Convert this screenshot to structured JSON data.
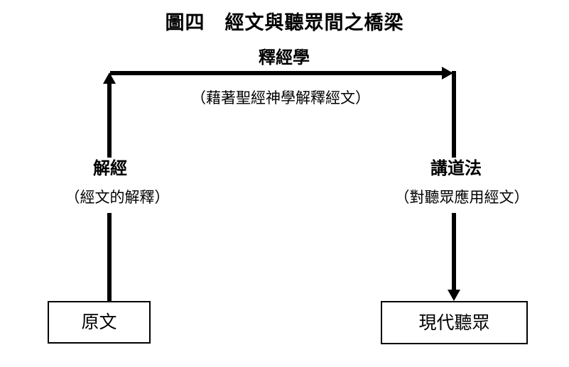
{
  "diagram": {
    "title": "圖四　經文與聽眾間之橋梁",
    "type": "flow-diagram",
    "accent_color": "#000000",
    "background_color": "#ffffff",
    "top_edge": {
      "label": "釋經學",
      "sublabel": "（藉著聖經神學解釋經文）",
      "direction": "left-to-right"
    },
    "left_edge": {
      "label": "解經",
      "sublabel": "（經文的解釋）",
      "direction": "bottom-to-top"
    },
    "right_edge": {
      "label": "講道法",
      "sublabel": "（對聽眾應用經文）",
      "direction": "top-to-bottom"
    },
    "nodes": [
      {
        "id": "source-text",
        "label": "原文"
      },
      {
        "id": "modern-audience",
        "label": "現代聽眾"
      }
    ]
  }
}
